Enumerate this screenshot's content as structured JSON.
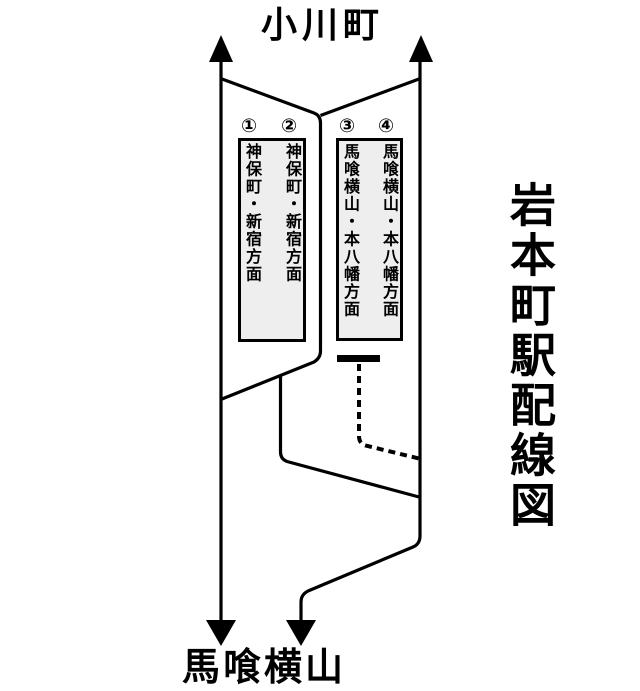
{
  "diagram": {
    "side_title": "岩本町駅配線図",
    "top_station": "小川町",
    "bottom_station": "馬喰横山",
    "platforms": [
      {
        "name": "platform-1-2",
        "tracks": [
          {
            "number": "①",
            "destination": "神保町・新宿方面"
          },
          {
            "number": "②",
            "destination": "神保町・新宿方面"
          }
        ]
      },
      {
        "name": "platform-3-4",
        "tracks": [
          {
            "number": "③",
            "destination": "馬喰横山・本八幡方面"
          },
          {
            "number": "④",
            "destination": "馬喰横山・本八幡方面"
          }
        ]
      }
    ],
    "icons": {
      "top_left_arrow": "arrow-up",
      "top_right_arrow": "arrow-up",
      "bottom_left_arrow": "arrow-down",
      "bottom_right_arrow": "arrow-down",
      "buffer_stop": "track-end-bar",
      "dashed_track": "non-revenue-connection-track"
    },
    "colors": {
      "line": "#000000",
      "platform_fill": "#eeeeee",
      "platform_border": "#000000",
      "background": "#ffffff",
      "text": "#000000"
    }
  }
}
